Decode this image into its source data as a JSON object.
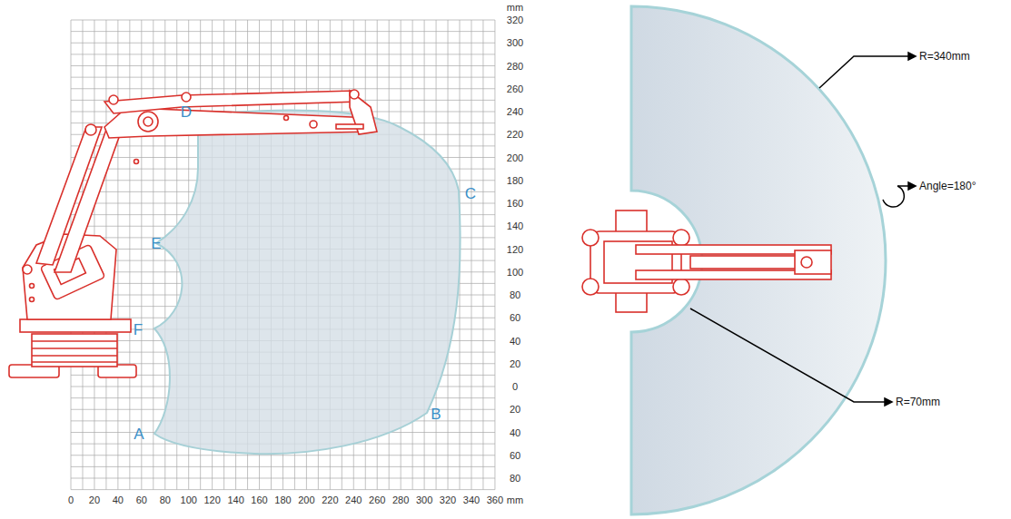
{
  "diagram": {
    "labels": [
      "mm",
      "320",
      "300",
      "280",
      "260",
      "240",
      "220",
      "200",
      "180",
      "160",
      "140",
      "120",
      "100",
      "80",
      "60",
      "40",
      "20",
      "0",
      "20",
      "40",
      "60",
      "80",
      "0",
      "20",
      "40",
      "60",
      "80",
      "100",
      "120",
      "140",
      "160",
      "180",
      "200",
      "220",
      "240",
      "260",
      "280",
      "300",
      "320",
      "340",
      "360",
      "mm",
      "A",
      "B",
      "C",
      "D",
      "E",
      "F",
      "R=340mm",
      "Angle=180°",
      "R=70mm"
    ]
  }
}
